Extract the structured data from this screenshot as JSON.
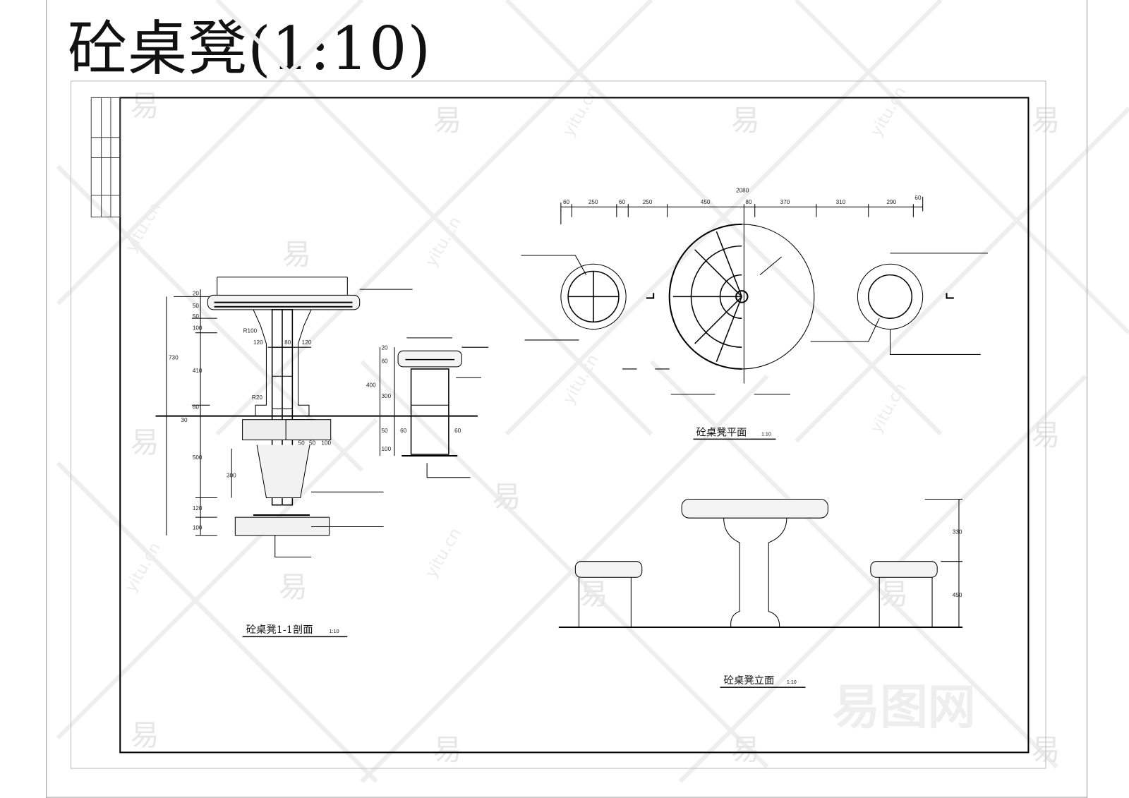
{
  "title": "砼桌凳(1:10)",
  "views": {
    "section": {
      "label": "砼桌凳1-1剖面",
      "scale": "1:10"
    },
    "plan": {
      "label": "砼桌凳平面",
      "scale": "1:10"
    },
    "elevation": {
      "label": "砼桌凳立面",
      "scale": "1:10"
    }
  },
  "plan_dims": {
    "total": "2080",
    "segments": [
      "60",
      "250",
      "60",
      "250",
      "450",
      "80",
      "370",
      "310",
      "290",
      "60"
    ]
  },
  "section_dims": {
    "left": [
      "20",
      "50",
      "50",
      "100",
      "410",
      "60",
      "30",
      "500",
      "120",
      "100"
    ],
    "overall": "730",
    "horizontal": [
      "120",
      "80",
      "120"
    ],
    "radius": "R100",
    "chamfer": "R20",
    "footing": [
      "50",
      "50",
      "100"
    ],
    "embed": "300"
  },
  "stool_dims": {
    "left": [
      "20",
      "60",
      "300",
      "50",
      "100"
    ],
    "overall": "400",
    "offsets": [
      "60",
      "60"
    ]
  },
  "elevation_dims": [
    "330",
    "450"
  ],
  "watermark": {
    "glyph": "易",
    "site": "yitu.cn",
    "logo": "易图网"
  }
}
